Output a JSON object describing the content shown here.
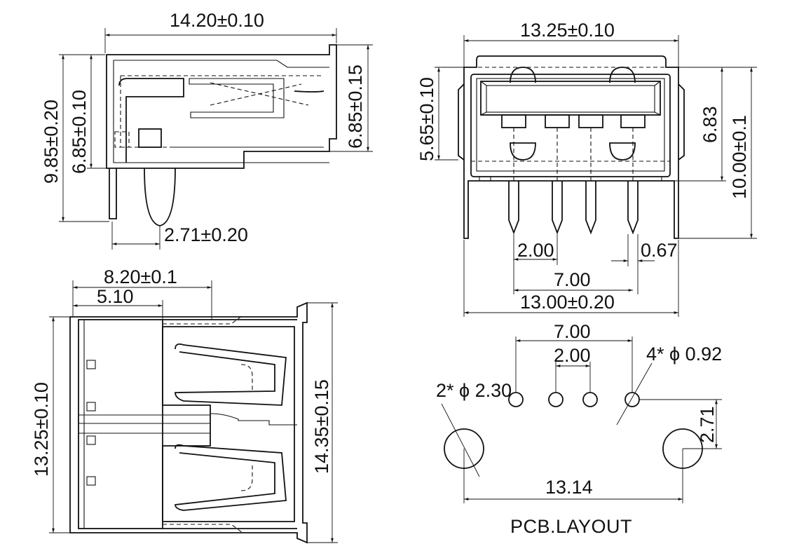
{
  "side_view": {
    "width_dim": "14.20±0.10",
    "total_height_dim": "9.85±0.20",
    "body_height_left": "6.85±0.10",
    "body_height_right": "6.85±0.15",
    "leg_spacing": "2.71±0.20"
  },
  "front_view": {
    "width_dim": "13.25±0.10",
    "upper_height": "5.65±0.10",
    "inner_height": "6.83",
    "total_height": "10.00±0.1",
    "pin_pitch": "2.00",
    "pin_width": "0.67",
    "pin_span": "7.00",
    "leg_span": "13.00±0.20"
  },
  "top_view": {
    "depth_dim": "8.20±0.1",
    "inner_depth": "5.10",
    "width_left": "13.25±0.10",
    "width_right": "14.35±0.15"
  },
  "pcb_layout": {
    "title": "PCB.LAYOUT",
    "pin_span": "7.00",
    "pin_pitch": "2.00",
    "pin_holes": "4* ϕ 0.92",
    "leg_holes": "2* ϕ 2.30",
    "offset": "2.71",
    "leg_span": "13.14"
  }
}
